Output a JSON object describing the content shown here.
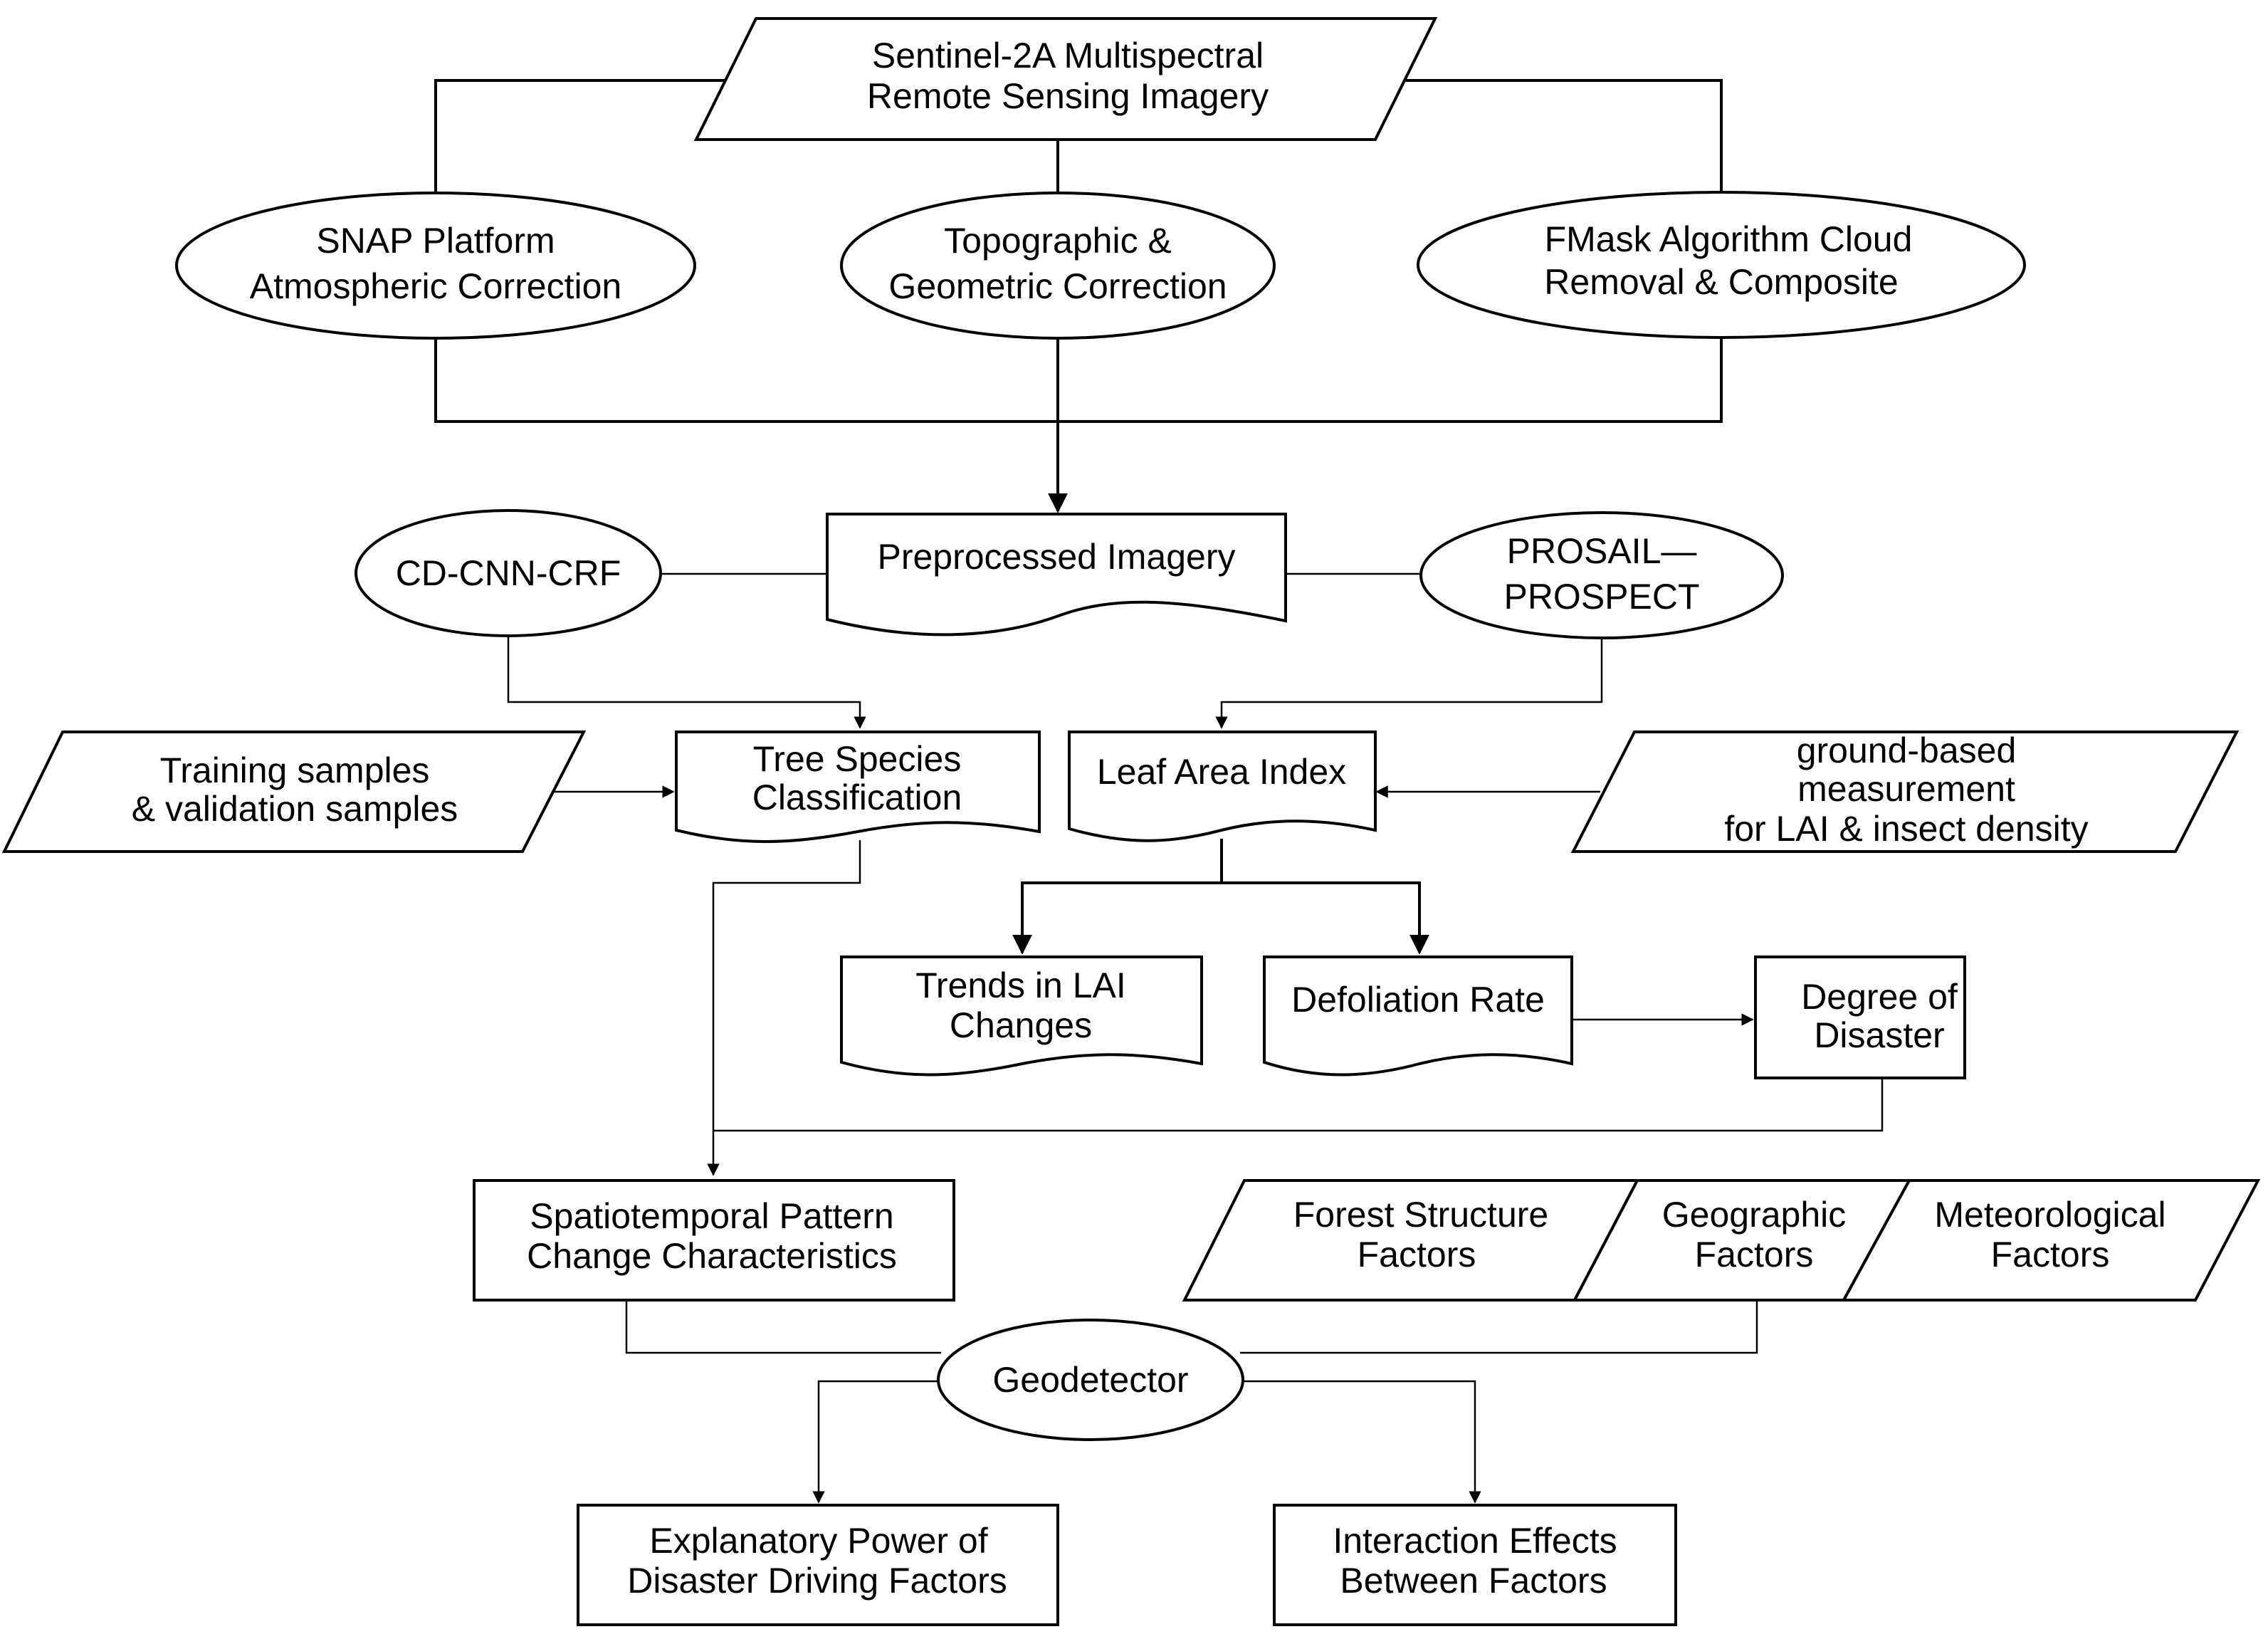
{
  "nodes": {
    "sentinel": [
      "Sentinel-2A Multispectral",
      "Remote Sensing Imagery"
    ],
    "snap": [
      "SNAP Platform",
      "Atmospheric Correction"
    ],
    "topographic": [
      "Topographic &",
      "Geometric Correction"
    ],
    "fmask": [
      "FMask Algorithm Cloud",
      "Removal & Composite"
    ],
    "preprocessed": [
      "Preprocessed Imagery"
    ],
    "cdcnn": [
      "CD-CNN-CRF"
    ],
    "prosail": [
      "PROSAIL—",
      "PROSPECT"
    ],
    "training": [
      "Training samples",
      "& validation samples"
    ],
    "tree_species": [
      "Tree Species",
      "Classification"
    ],
    "lai": [
      "Leaf Area Index"
    ],
    "ground": [
      "ground-based",
      "measurement",
      "for LAI & insect density"
    ],
    "trends": [
      "Trends in LAI",
      "Changes"
    ],
    "defoliation": [
      "Defoliation Rate"
    ],
    "degree": [
      "Degree of",
      "Disaster"
    ],
    "spatiotemporal": [
      "Spatiotemporal Pattern",
      "Change Characteristics"
    ],
    "forest": [
      "Forest Structure",
      "Factors"
    ],
    "geographic": [
      "Geographic",
      "Factors"
    ],
    "meteorological": [
      "Meteorological",
      "Factors"
    ],
    "geodetector": [
      "Geodetector"
    ],
    "explanatory": [
      "Explanatory Power of",
      "Disaster Driving Factors"
    ],
    "interaction": [
      "Interaction Effects",
      "Between Factors"
    ]
  }
}
